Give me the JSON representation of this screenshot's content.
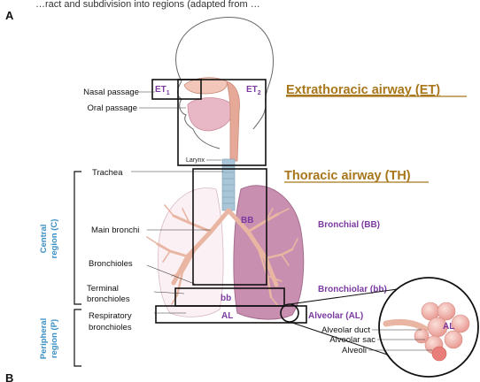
{
  "top_caption": "…ract and subdivision into regions (adapted from …",
  "panel_a": "A",
  "panel_b": "B",
  "left_labels": {
    "nasal_passage": "Nasal passage",
    "oral_passage": "Oral passage",
    "trachea": "Trachea",
    "main_bronchi": "Main bronchi",
    "bronchioles": "Bronchioles",
    "terminal_1": "Terminal",
    "terminal_2": "bronchioles",
    "respiratory_1": "Respiratory",
    "respiratory_2": "bronchioles"
  },
  "regions": {
    "central_1": "Central",
    "central_2": "region (C)",
    "peripheral_1": "Peripheral",
    "peripheral_2": "region (P)"
  },
  "box_labels": {
    "et1": "ET",
    "et1_sub": "1",
    "et2": "ET",
    "et2_sub": "2",
    "larynx": "Larynx",
    "bb_upper": "BB",
    "bb_lower": "bb",
    "al": "AL",
    "al_zoom": "AL"
  },
  "right_labels": {
    "extrathoracic": "Extrathoracic airway (ET)",
    "thoracic": "Thoracic airway (TH)",
    "bronchial": "Bronchial (BB)",
    "bronchiolar": "Bronchiolar (bb)",
    "alveolar": "Alveolar (AL)"
  },
  "zoom_labels": {
    "alveolar_duct": "Alveolar duct",
    "alveolar_sac": "Alveolar sac",
    "alveoli": "Alveoli"
  },
  "colors": {
    "heading_gold": "#a8761a",
    "region_purple": "#7b3aa0",
    "region_blue": "#3a8fc4",
    "lung_fill": "#c98fb0",
    "airway_fill": "#e9b6a3",
    "trachea_blue": "#a9c6d8"
  }
}
